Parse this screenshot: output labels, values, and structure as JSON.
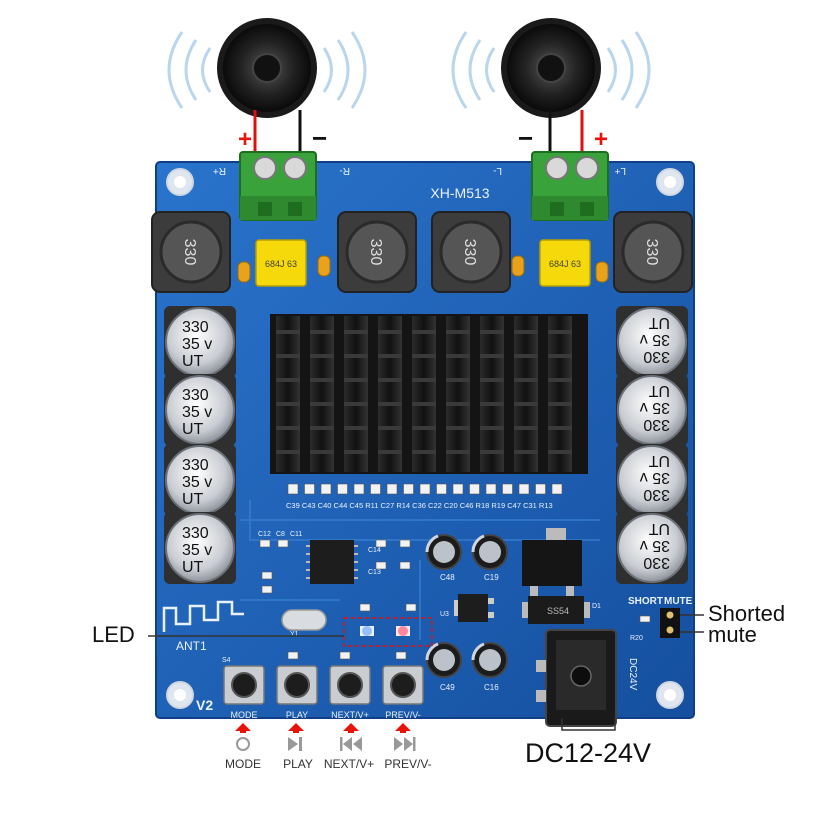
{
  "board": {
    "model": "XH-M513",
    "version": "V2",
    "antenna_label": "ANT1",
    "output_labels": {
      "right_pos": "R+",
      "right_neg": "R-",
      "left_neg": "L-",
      "left_pos": "L+"
    },
    "inductor_marking": "330",
    "film_cap_marking": "684J 63",
    "electrolytic_marking": [
      "330",
      "35 v",
      "UT"
    ],
    "heatsink_caps": "C39 C43 C40 C44 C45 R11 C27 R14 C36 C22 C20 C46 R18 R19 C47 C31 R13",
    "cap_labels": {
      "c48": "C48",
      "c19": "C19",
      "c49": "C49",
      "c16": "C16"
    },
    "misc_labels": {
      "c12": "C12",
      "c8": "C8",
      "c11": "C11",
      "c14": "C14",
      "c13": "C13",
      "y1": "Y1",
      "s4": "S4",
      "u3": "U3",
      "r20": "R20",
      "d1": "D1",
      "ss54": "SS54"
    },
    "jumper_labels": {
      "shorted": "SHORT",
      "mute": "MUTE"
    },
    "dc_label": "DC24V",
    "buttons": [
      {
        "label": "MODE"
      },
      {
        "label": "PLAY"
      },
      {
        "label": "NEXT/V+"
      },
      {
        "label": "PREV/V-"
      }
    ]
  },
  "terminals": {
    "left_plus": "+",
    "left_minus": "−",
    "right_minus": "−",
    "right_plus": "+"
  },
  "callouts": {
    "led": "LED",
    "shorted": "Shorted",
    "mute": "mute",
    "power": "DC12-24V"
  },
  "controls": [
    {
      "label": "MODE",
      "icon": "circle-icon"
    },
    {
      "label": "PLAY",
      "icon": "play-pause-icon"
    },
    {
      "label": "NEXT/V+",
      "icon": "rewind-icon"
    },
    {
      "label": "PREV/V-",
      "icon": "fast-forward-icon"
    }
  ],
  "colors": {
    "pcb": "#1b5fb8",
    "pcb_dark": "#0f3f86",
    "terminal": "#3aa23a",
    "wire_red": "#e01010",
    "arrow_red": "#e8140c",
    "heatsink": "#1a1a1a"
  }
}
